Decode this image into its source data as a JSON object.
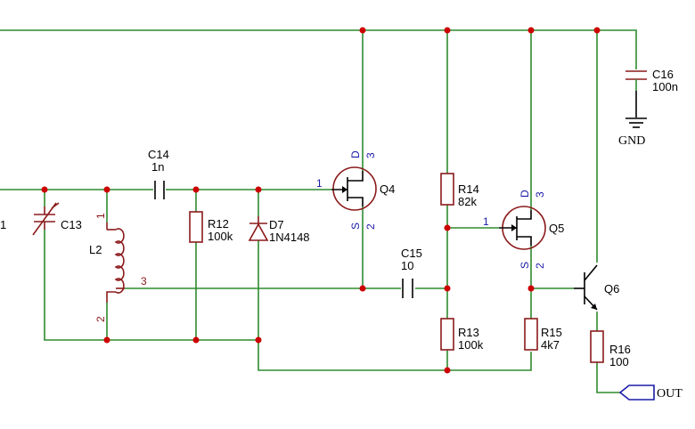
{
  "components": {
    "C13": {
      "ref": "C13"
    },
    "L2": {
      "ref": "L2",
      "pin1": "1",
      "pin2": "2",
      "pin3": "3"
    },
    "C14": {
      "ref": "C14",
      "value": "1n"
    },
    "R12": {
      "ref": "R12",
      "value": "100k"
    },
    "D7": {
      "ref": "D7",
      "value": "1N4148"
    },
    "Q4": {
      "ref": "Q4",
      "pin_g": "1",
      "pin_d": "3",
      "pin_s": "2",
      "d_label": "D",
      "s_label": "S"
    },
    "C15": {
      "ref": "C15",
      "value": "10"
    },
    "R13": {
      "ref": "R13",
      "value": "100k"
    },
    "R14": {
      "ref": "R14",
      "value": "82k"
    },
    "Q5": {
      "ref": "Q5",
      "pin_g": "1",
      "pin_d": "3",
      "pin_s": "2",
      "d_label": "D",
      "s_label": "S"
    },
    "R15": {
      "ref": "R15",
      "value": "4k7"
    },
    "C16": {
      "ref": "C16",
      "value": "100n"
    },
    "Q6": {
      "ref": "Q6"
    },
    "R16": {
      "ref": "R16",
      "value": "100"
    }
  },
  "net_labels": {
    "gnd": "GND",
    "out": "OUT",
    "cut_left": "1"
  }
}
